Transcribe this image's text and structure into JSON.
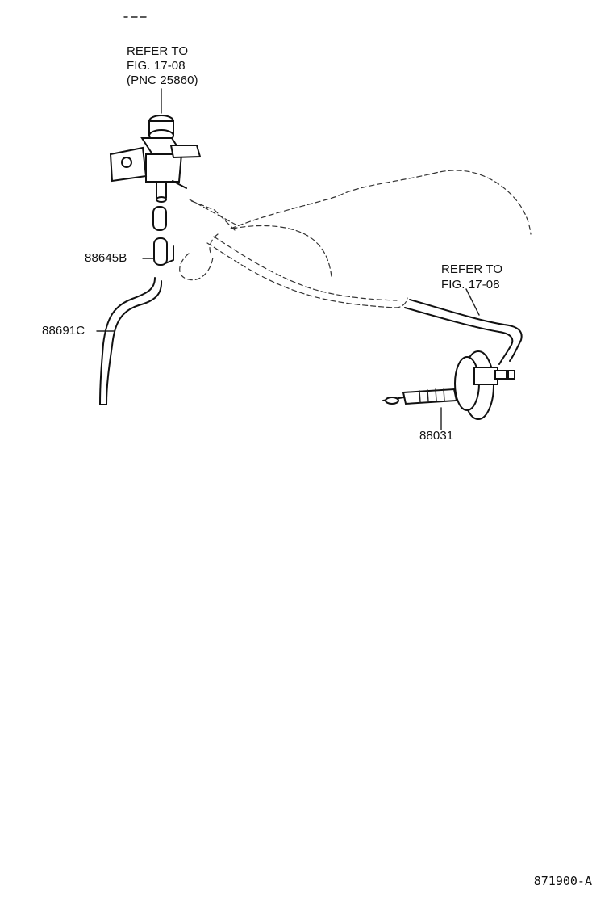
{
  "labels": {
    "refer_top_line1": "REFER TO",
    "refer_top_line2": "FIG. 17-08",
    "refer_top_line3": "(PNC 25860)",
    "refer_right_line1": "REFER TO",
    "refer_right_line2": "FIG. 17-08",
    "part_88645B": "88645B",
    "part_88691C": "88691C",
    "part_88031": "88031"
  },
  "footer": {
    "code": "871900-A"
  }
}
